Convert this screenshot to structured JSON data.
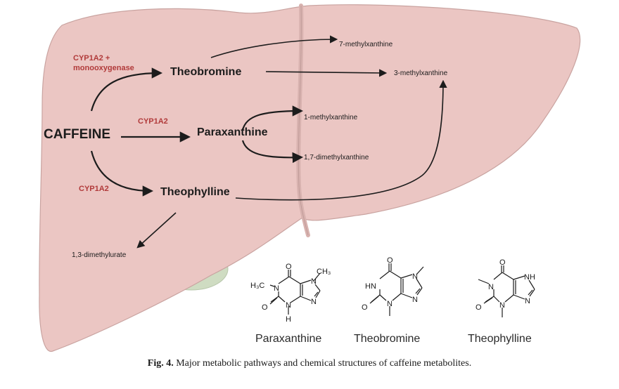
{
  "colors": {
    "liver": "#ebc6c3",
    "liver_stroke": "#c9a3a0",
    "gallbladder": "#cfdcc2",
    "enzyme": "#b13a3a",
    "ink": "#1c1c1c"
  },
  "pathway": {
    "caffeine": "CAFFEINE",
    "theobromine": "Theobromine",
    "paraxanthine": "Paraxanthine",
    "theophylline": "Theophylline",
    "enzyme_top_line1": "CYP1A2 +",
    "enzyme_top_line2": "monooxygenase",
    "enzyme_mid": "CYP1A2",
    "enzyme_bottom": "CYP1A2",
    "met_7mx": "7-methylxanthine",
    "met_3mx": "3-methylxanthine",
    "met_1mx": "1-methylxanthine",
    "met_17dmx": "1,7-dimethylxanthine",
    "met_13dmu": "1,3-dimethylurate"
  },
  "structures": {
    "paraxanthine": {
      "name": "Paraxanthine",
      "atoms": {
        "h3c": "H₃C",
        "n1": "N",
        "n7": "N",
        "n9": "N",
        "n3": "N",
        "h": "H",
        "o6": "O",
        "o2": "O",
        "ch3": "CH₃"
      }
    },
    "theobromine": {
      "name": "Theobromine",
      "atoms": {
        "hn": "HN",
        "n7": "N",
        "n9": "N",
        "n3": "N",
        "o6": "O",
        "o2": "O"
      }
    },
    "theophylline": {
      "name": "Theophylline",
      "atoms": {
        "n1": "N",
        "nh": "NH",
        "n9": "N",
        "n3": "N",
        "o6": "O",
        "o2": "O"
      }
    }
  },
  "caption": {
    "label": "Fig. 4.",
    "text": "Major metabolic pathways and chemical structures of caffeine metabolites."
  }
}
